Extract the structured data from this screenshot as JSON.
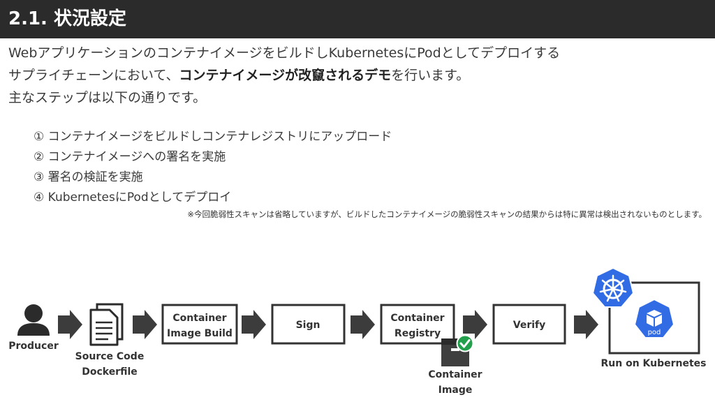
{
  "title": "2.1. 状況設定",
  "intro": {
    "line1": "WebアプリケーションのコンテナイメージをビルドしKubernetesにPodとしてデプロイする",
    "line2_a": "サプライチェーンにおいて、",
    "line2_bold": "コンテナイメージが改竄されるデモ",
    "line2_b": "を行います。",
    "line3": "主なステップは以下の通りです。"
  },
  "steps": [
    "① コンテナイメージをビルドしコンテナレジストリにアップロード",
    "② コンテナイメージへの署名を実施",
    "③ 署名の検証を実施",
    "④ KubernetesにPodとしてデプロイ"
  ],
  "note": "※今回脆弱性スキャンは省略していますが、ビルドしたコンテナイメージの脆弱性スキャンの結果からは特に異常は検出されないものとします。",
  "diagram": {
    "producer": "Producer",
    "source_line1": "Source Code",
    "source_line2": "Dockerfile",
    "build_line1": "Container",
    "build_line2": "Image Build",
    "sign": "Sign",
    "registry_line1": "Container",
    "registry_line2": "Registry",
    "image_line1": "Container",
    "image_line2": "Image",
    "verify": "Verify",
    "run": "Run on Kubernetes",
    "pod": "pod"
  },
  "colors": {
    "title_bg": "#2b2b2b",
    "text": "#333333",
    "k8s_blue": "#326ce5",
    "check_green": "#22a04b",
    "box_stroke": "#333333"
  }
}
